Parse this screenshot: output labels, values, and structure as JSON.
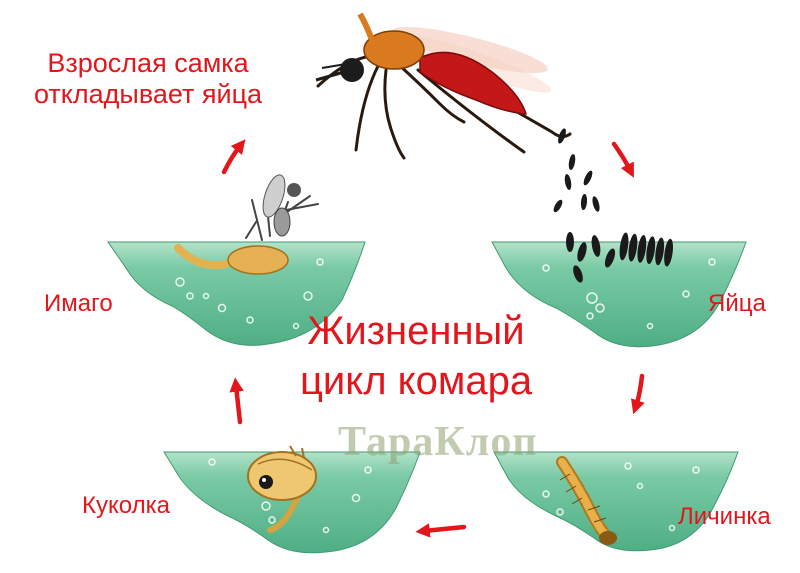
{
  "title_line1": "Жизненный",
  "title_line2": "цикл комара",
  "stages": {
    "adult_line1": "Взрослая самка",
    "adult_line2": "откладывает яйца",
    "eggs": "Яйца",
    "larva": "Личинка",
    "pupa": "Куколка",
    "imago": "Имаго"
  },
  "watermark": "ТараКлоп",
  "colors": {
    "label": "#e3161c",
    "arrow": "#e3161c",
    "water": "#6cc49d",
    "water_top": "#b3e2c8",
    "mosquito_body": "#d97a1f",
    "mosquito_abdomen": "#c41818",
    "larva": "#e8b04a"
  },
  "icons": [
    "mosquito-adult-icon",
    "egg-icon",
    "larva-icon",
    "pupa-icon",
    "emerging-mosquito-icon",
    "cycle-arrow-icon"
  ]
}
